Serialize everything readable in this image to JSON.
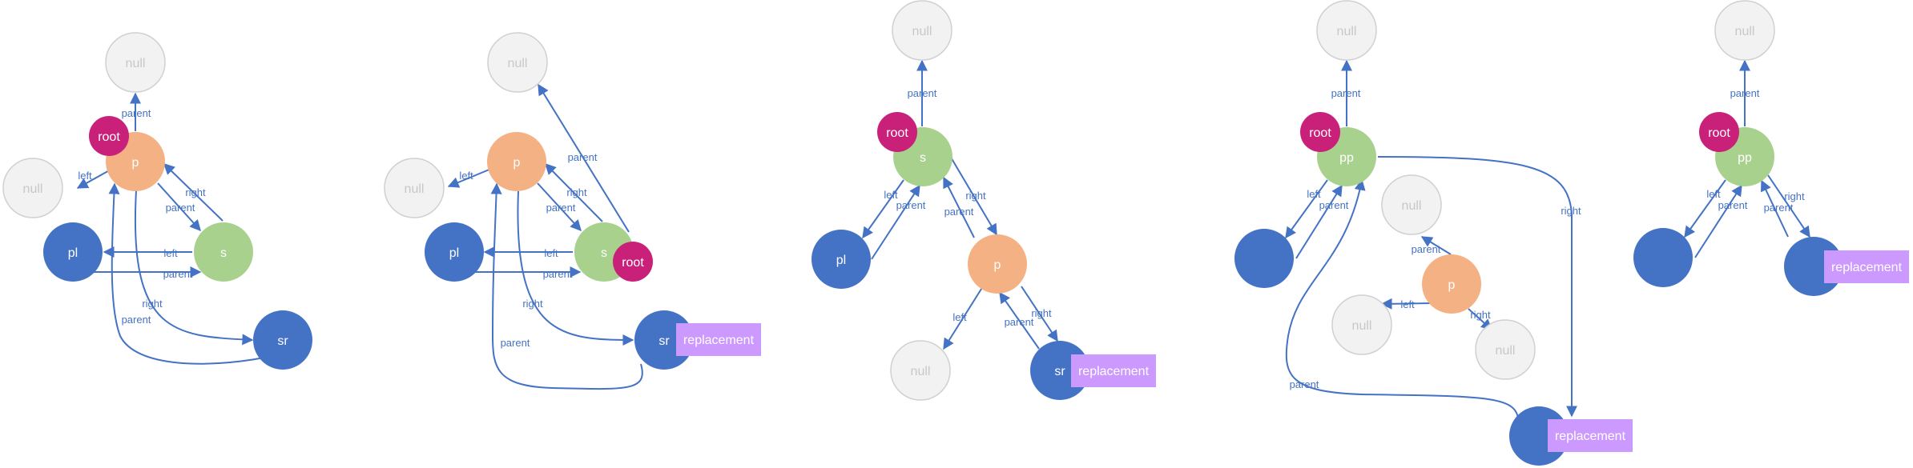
{
  "colors": {
    "edge": "#4472C4",
    "null_fill": "#F2F2F2",
    "null_stroke": "#D0D0D0",
    "null_text": "#C8C8C8",
    "orange": "#F4B183",
    "green": "#A9D18E",
    "blue": "#4472C4",
    "root": "#C9217A",
    "replacement": "#CC99FF",
    "edge_label_text": "#4472C4",
    "node_text": "#FFFFFF"
  },
  "labels": {
    "null": "null",
    "root": "root",
    "replacement": "replacement",
    "parent": "parent",
    "left": "left",
    "right": "right"
  },
  "panels": [
    {
      "nodes": {
        "p": "p",
        "pl": "pl",
        "s": "s",
        "sr": "sr",
        "null_top": "null",
        "null_left": "null"
      }
    },
    {
      "nodes": {
        "p": "p",
        "pl": "pl",
        "s": "s",
        "sr": "sr",
        "null_top": "null",
        "null_left": "null"
      }
    },
    {
      "nodes": {
        "s": "s",
        "pl": "pl",
        "p": "p",
        "sr": "sr",
        "null_top": "null",
        "null_left": "null"
      }
    },
    {
      "nodes": {
        "pp": "pp",
        "p": "p",
        "null_top": "null",
        "null_a": "null",
        "null_b": "null",
        "null_c": "null"
      }
    },
    {
      "nodes": {
        "pp": "pp",
        "null_top": "null"
      }
    }
  ]
}
